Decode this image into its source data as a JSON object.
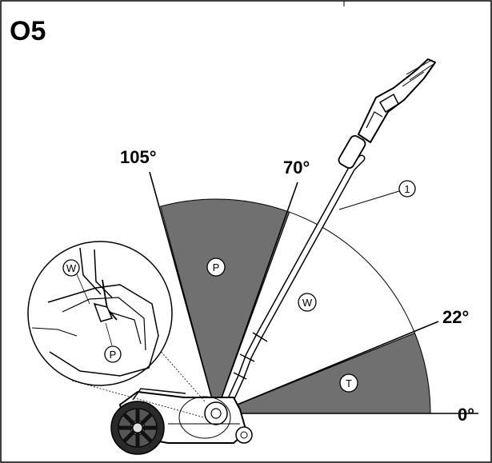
{
  "figure": {
    "label": "O5",
    "colors": {
      "sector_fill": "#707070",
      "line": "#000000",
      "background": "#ffffff"
    },
    "angles": {
      "a105": "105°",
      "a70": "70°",
      "a22": "22°",
      "a0": "0°"
    },
    "zones": {
      "p": "P",
      "w": "W",
      "t": "T"
    },
    "callouts": {
      "handle": "1",
      "inset_w": "W",
      "inset_p": "P"
    }
  }
}
